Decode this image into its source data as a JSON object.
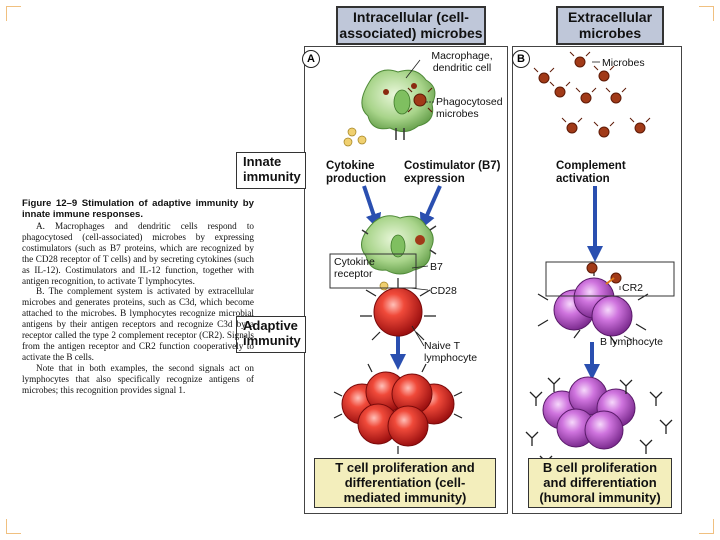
{
  "header_left": "Intracellular (cell-associated) microbes",
  "header_right": "Extracellular microbes",
  "letter_a": "A",
  "letter_b": "B",
  "innate_label": "Innate immunity",
  "adaptive_label": "Adaptive immunity",
  "labels": {
    "macrophage": "Macrophage, dendritic cell",
    "phagocytosed": "Phagocytosed microbes",
    "cytokine_production": "Cytokine production",
    "costimulator": "Costimulator (B7) expression",
    "cytokine_receptor": "Cytokine receptor",
    "b7": "B7",
    "cd28": "CD28",
    "naive_t": "Naive T lymphocyte",
    "microbes": "Microbes",
    "complement": "Complement activation",
    "cr2": "CR2",
    "b_lymphocyte": "B lymphocyte"
  },
  "bottom_left": "T cell proliferation and differentiation (cell-mediated immunity)",
  "bottom_right": "B cell proliferation and differentiation (humoral immunity)",
  "caption": {
    "title": "Figure 12–9 Stimulation of adaptive immunity by innate immune responses.",
    "para_a": "A. Macrophages and dendritic cells respond to phagocytosed (cell-associated) microbes by expressing costimulators (such as B7 proteins, which are recognized by the CD28 receptor of T cells) and by secreting cytokines (such as IL-12). Costimulators and IL-12 function, together with antigen recognition, to activate T lymphocytes.",
    "para_b": "B. The complement system is activated by extracellular microbes and generates proteins, such as C3d, which become attached to the microbes. B lymphocytes recognize microbial antigens by their antigen receptors and recognize C3d by a receptor called the type 2 complement receptor (CR2). Signals from the antigen receptor and CR2 function cooperatively to activate the B cells.",
    "para_c": "Note that in both examples, the second signals act on lymphocytes that also specifically recognize antigens of microbes; this recognition provides signal 1."
  },
  "colors": {
    "header_bg": "#bfc7d9",
    "bottom_bg": "#f3eebc",
    "t_cell": "#e02626",
    "b_cell": "#c560d8",
    "macrophage": "#a8d48a",
    "arrow": "#2a4fb0",
    "microbe": "#a13a18"
  }
}
